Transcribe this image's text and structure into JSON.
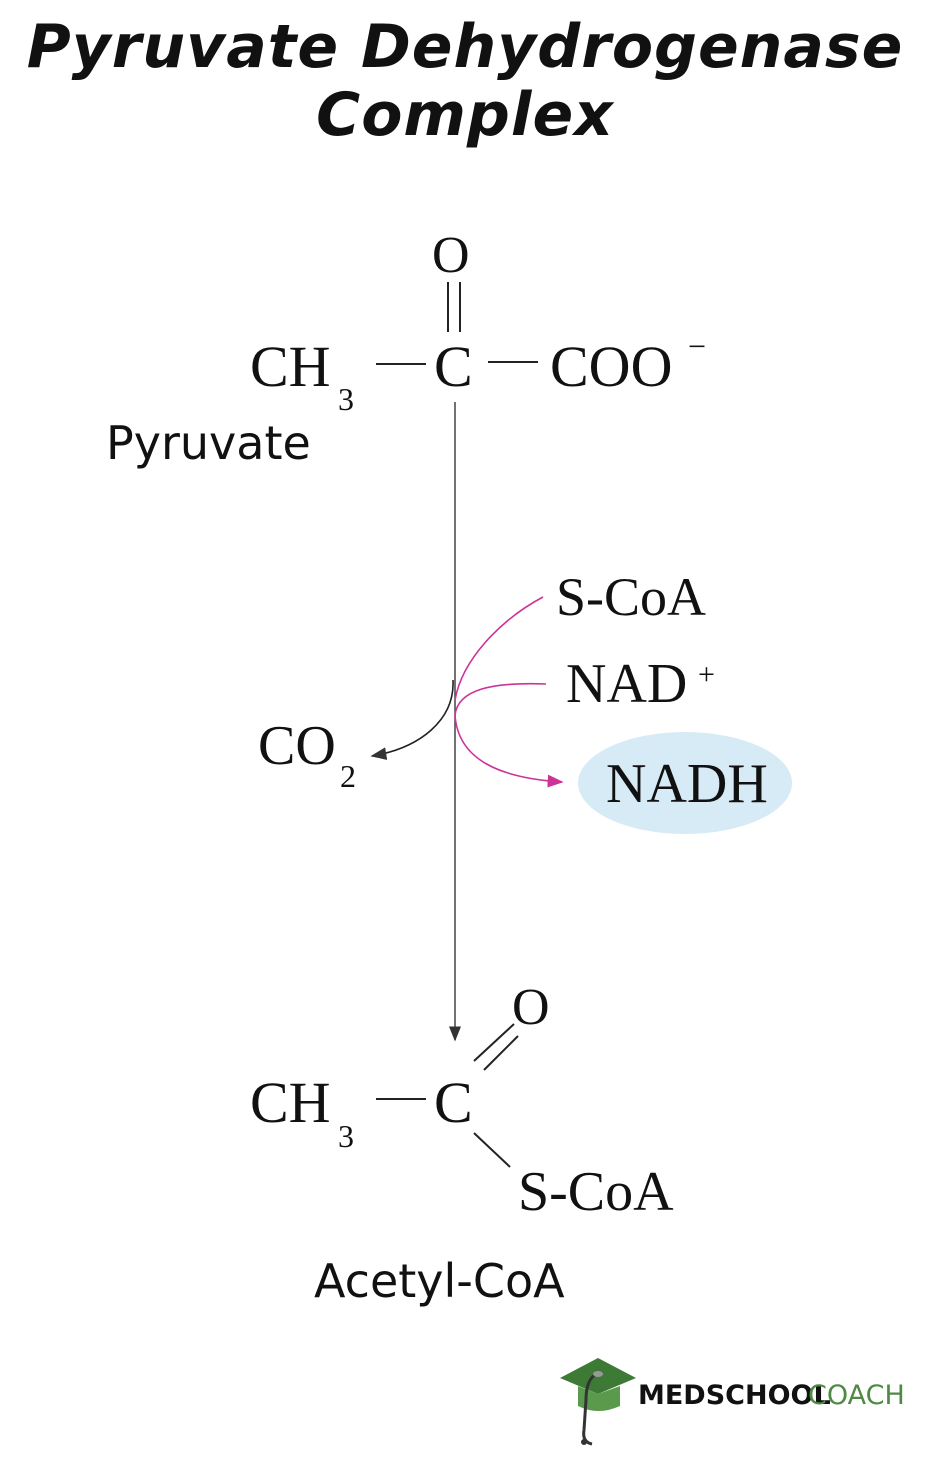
{
  "title": {
    "line1": "Pyruvate Dehydrogenase",
    "line2": "Complex"
  },
  "reactant": {
    "name": "Pyruvate",
    "carbonyl_oxygen": "O",
    "left_group": "CH",
    "left_group_subscript": "3",
    "center_atom": "C",
    "right_group": "COO",
    "right_group_charge": "−"
  },
  "cofactors": {
    "inputs": [
      {
        "label": "S-CoA"
      },
      {
        "label": "NAD",
        "superscript": "+"
      }
    ],
    "outputs": [
      {
        "label": "CO",
        "subscript": "2"
      },
      {
        "label": "NADH",
        "highlighted": true
      }
    ]
  },
  "product": {
    "name": "Acetyl-CoA",
    "carbonyl_oxygen": "O",
    "left_group": "CH",
    "left_group_subscript": "3",
    "center_atom": "C",
    "thioester_group": "S-CoA"
  },
  "colors": {
    "arrow_cofactor": "#cc3399",
    "arrow_main": "#333333",
    "nadh_highlight": "#d6ebf5",
    "logo_green": "#3d7a35",
    "logo_dark": "#111111"
  },
  "logo": {
    "bold_text": "MEDSCHOOL",
    "light_text": "COACH",
    "icon": "graduation-cap-stethoscope-icon"
  }
}
